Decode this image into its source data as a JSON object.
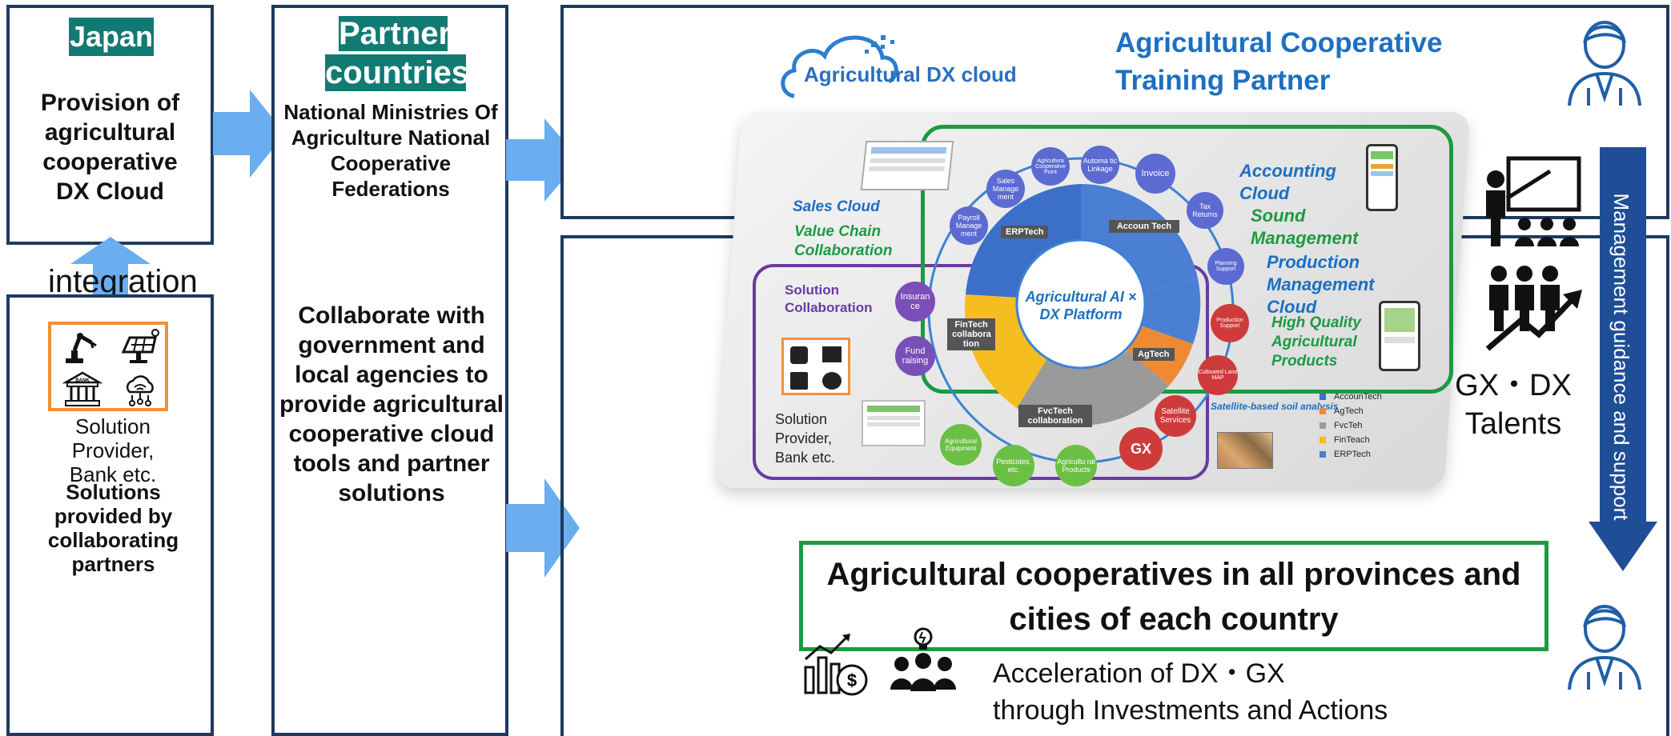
{
  "japan": {
    "title": "Japan",
    "body": "Provision of agricultural cooperative DX Cloud"
  },
  "integration_label": "integration",
  "solution_box": {
    "caption": "Solution Provider, Bank etc.",
    "footer": "Solutions provided by collaborating partners"
  },
  "partner": {
    "title_line1": "Partner",
    "title_line2": "countries",
    "orgs": "National Ministries Of Agriculture National Cooperative Federations",
    "collab": "Collaborate with government and local agencies to provide agricultural cooperative cloud tools and partner solutions"
  },
  "cloud": {
    "logo_text": "Agricultural DX cloud",
    "training_partner": "Agricultural Cooperative Training Partner",
    "platform_center": "Agricultural AI × DX Platform",
    "sales_cloud": "Sales Cloud",
    "value_chain": "Value Chain Collaboration",
    "solution_collab": "Solution Collaboration",
    "solution_provider": "Solution Provider, Bank etc.",
    "accounting_cloud": "Accounting Cloud",
    "sound_mgmt": "Sound Management",
    "production_cloud": "Production Management Cloud",
    "high_quality": "High Quality Agricultural Products",
    "satellite": "Satellite-based soil analysis",
    "segments": {
      "erp": "ERPTech",
      "accoun": "Accoun Tech",
      "agtech": "AgTech",
      "fintech": "FinTech collabora tion",
      "fvc": "FvcTech collaboration"
    },
    "nodes": {
      "payroll": "Payroll Manage ment",
      "sales_mgmt": "Sales Manage ment",
      "agri_coop": "Agricultura Cooperative Point",
      "automation": "Automa tic Linkage",
      "invoice": "Invoice",
      "tax": "Tax Returns",
      "planning": "Planning Support",
      "production": "Production Support",
      "cultivated": "Cultivated Land MAP",
      "satellite_services": "Satellite Services",
      "gx": "GX",
      "agri_products": "Agricultu ral Products",
      "pesticides": "Pesticides, etc.",
      "agri_equipment": "Agricultural Equipment",
      "insurance": "Insuran ce",
      "fund": "Fund raising"
    },
    "legend": [
      "AccounTech",
      "AgTech",
      "FvcTeh",
      "FinTeach",
      "ERPTech"
    ]
  },
  "right": {
    "gx_dx_line1": "GX・DX",
    "gx_dx_line2": "Talents",
    "vertical_banner": "Management guidance and support"
  },
  "coops": {
    "title": "Agricultural cooperatives in all provinces and cities of each country",
    "accel_line1": "Acceleration of DX・GX",
    "accel_line2": "through Investments and Actions"
  },
  "colors": {
    "teal": "#117a73",
    "arrow_blue": "#6aaef0",
    "navy_banner": "#1f4e96",
    "green_frame": "#1c9a43",
    "purple_frame": "#6a3aa2",
    "box_border": "#1f3a5f",
    "title_blue": "#1c6fc2"
  },
  "icons": [
    "robot-arm-icon",
    "solar-panel-icon",
    "bank-icon",
    "cloud-network-icon",
    "person-icon",
    "teacher-icon",
    "growth-people-icon",
    "chart-money-icon",
    "idea-team-icon"
  ]
}
